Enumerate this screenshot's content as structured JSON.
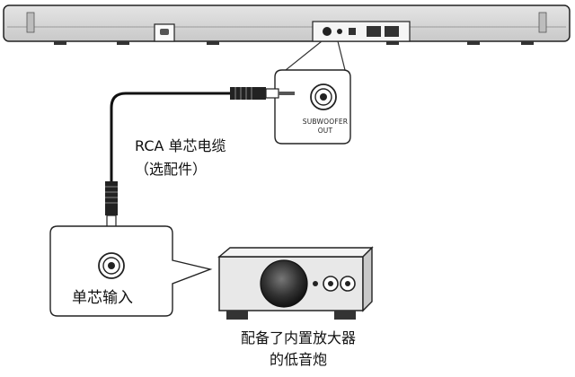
{
  "diagram": {
    "port_label_line1": "SUBWOOFER",
    "port_label_line2": "OUT",
    "cable_label": "RCA 单芯电缆",
    "cable_note": "（选配件）",
    "input_label": "单芯输入",
    "subwoofer_label_line1": "配备了内置放大器",
    "subwoofer_label_line2": "的低音炮"
  }
}
